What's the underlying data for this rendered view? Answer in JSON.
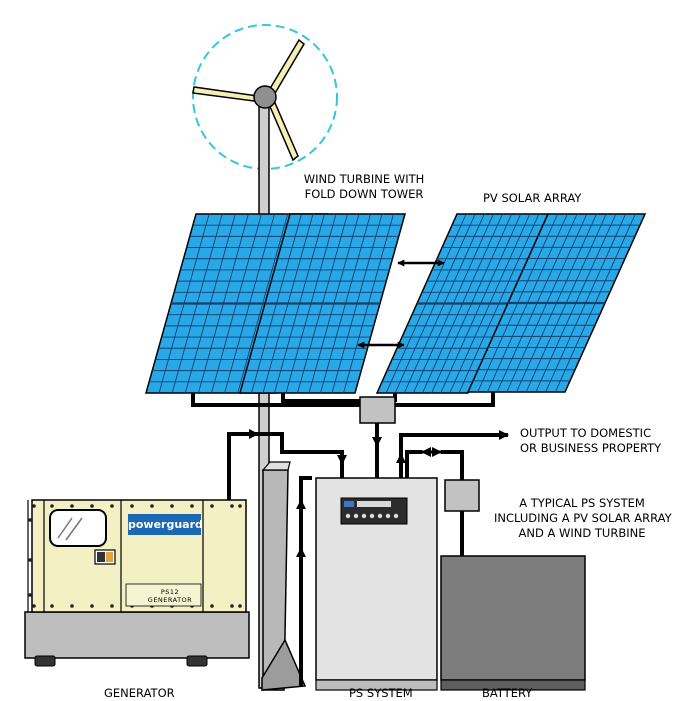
{
  "labels": {
    "wind_turbine_l1": "WIND TURBINE WITH",
    "wind_turbine_l2": "FOLD DOWN TOWER",
    "pv_array": "PV SOLAR ARRAY",
    "output_l1": "OUTPUT TO DOMESTIC",
    "output_l2": "OR BUSINESS PROPERTY",
    "typical_l1": "A TYPICAL PS SYSTEM",
    "typical_l2": "INCLUDING A PV SOLAR ARRAY",
    "typical_l3": "AND A WIND TURBINE",
    "generator": "GENERATOR",
    "ps_system": "PS SYSTEM",
    "battery": "BATTERY"
  },
  "generator_unit": {
    "brand": "powerguard",
    "model_l1": "PS12",
    "model_l2": "GENERATOR"
  },
  "colors": {
    "panel_fill": "#29a8e8",
    "panel_grid": "#14406e",
    "turbine_circle": "#34c6dc",
    "battery_fill": "#7d7d7d",
    "ps_fill": "#e3e3e3",
    "brand_blue": "#1d68b3"
  }
}
